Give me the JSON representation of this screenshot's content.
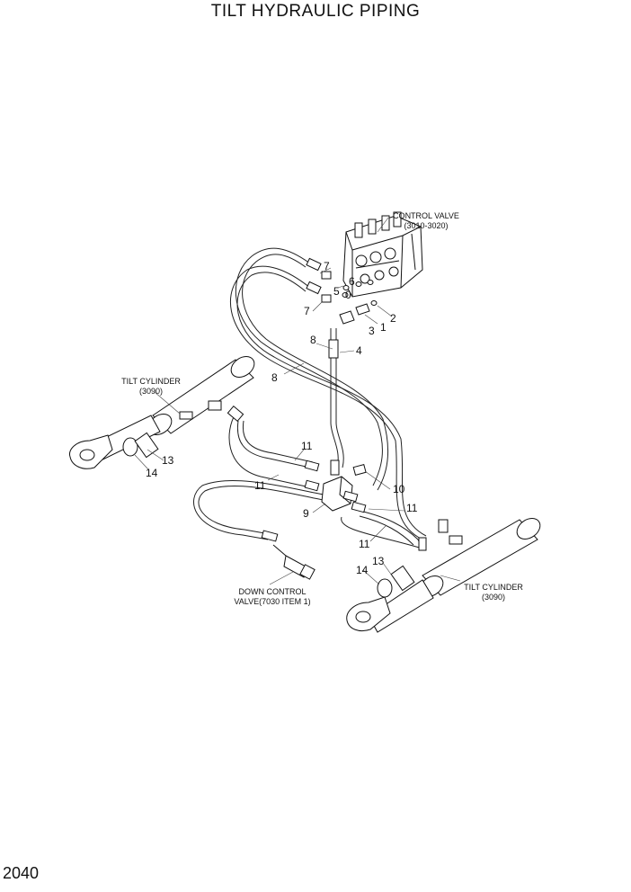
{
  "title": "TILT HYDRAULIC PIPING",
  "page_number": "2040",
  "components": {
    "control_valve": {
      "name": "CONTROL VALVE",
      "ref": "(3010-3020)"
    },
    "tilt_cylinder_left": {
      "name": "TILT CYLINDER",
      "ref": "(3090)"
    },
    "tilt_cylinder_right": {
      "name": "TILT CYLINDER",
      "ref": "(3090)"
    },
    "down_control_valve": {
      "name": "DOWN CONTROL",
      "ref": "VALVE(7030 ITEM 1)"
    }
  },
  "callouts": [
    "7",
    "6",
    "5",
    "0",
    "7",
    "2",
    "1",
    "3",
    "8",
    "4",
    "8",
    "11",
    "11",
    "10",
    "9",
    "11",
    "11",
    "13",
    "14",
    "13",
    "14"
  ]
}
